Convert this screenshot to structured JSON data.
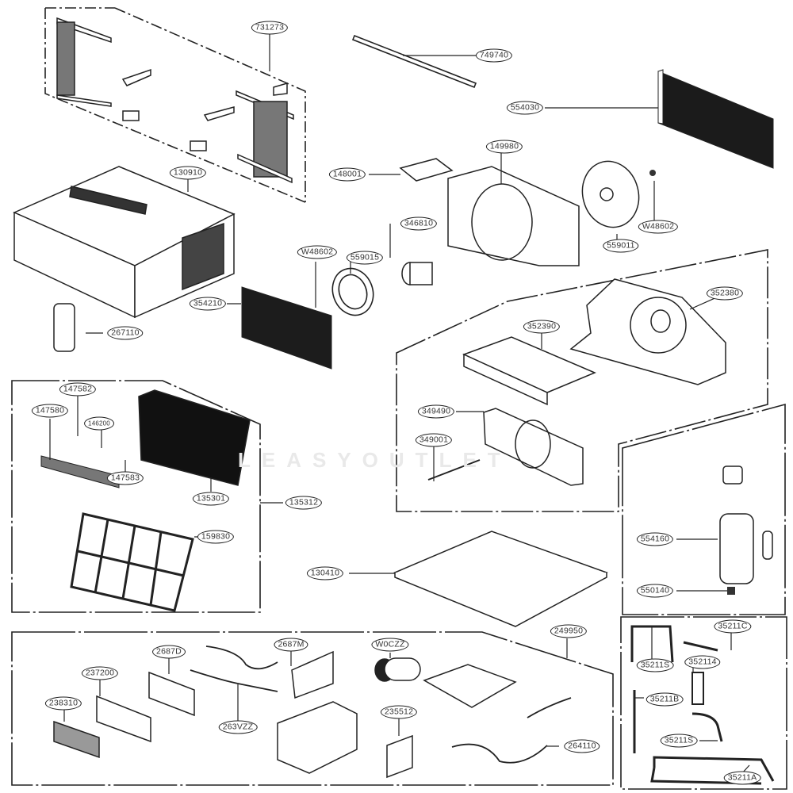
{
  "diagram": {
    "title": "Air Conditioner Exploded Parts Diagram",
    "watermark": "LEASYOUTLET",
    "groups": [
      {
        "id": "window-kit",
        "parts": [
          "731273",
          "749740"
        ]
      },
      {
        "id": "cabinet",
        "parts": [
          "130910",
          "267110"
        ]
      },
      {
        "id": "indoor-fan",
        "parts": [
          "148001",
          "149980",
          "559011",
          "W48602",
          "346810",
          "559015",
          "354210"
        ]
      },
      {
        "id": "air-guide",
        "parts": [
          "352380",
          "352390",
          "349490",
          "349001"
        ]
      },
      {
        "id": "front-grille",
        "parts": [
          "147582",
          "147580",
          "146200",
          "147583",
          "135301",
          "135312",
          "159830"
        ]
      },
      {
        "id": "base-pan",
        "parts": [
          "130410"
        ]
      },
      {
        "id": "compressor",
        "parts": [
          "554160",
          "550140"
        ]
      },
      {
        "id": "control",
        "parts": [
          "238310",
          "237200",
          "2687D",
          "263VZZ",
          "2687M",
          "W0CZZ",
          "235512",
          "249950",
          "264110"
        ]
      },
      {
        "id": "refrigerant-tubing",
        "parts": [
          "35211C",
          "35211S",
          "352114",
          "35211B",
          "35211S",
          "35211A"
        ]
      },
      {
        "id": "condenser",
        "parts": [
          "554030"
        ]
      }
    ],
    "labels": {
      "l731273": "731273",
      "l749740": "749740",
      "l554030": "554030",
      "l149980": "149980",
      "l148001": "148001",
      "l130910": "130910",
      "lW48602a": "W48602",
      "l559011": "559011",
      "l559015": "559015",
      "l346810": "346810",
      "lW48602b": "W48602",
      "l354210": "354210",
      "l267110": "267110",
      "l352380": "352380",
      "l352390": "352390",
      "l349490": "349490",
      "l349001": "349001",
      "l147582": "147582",
      "l147580": "147580",
      "l146200": "146200",
      "l147583": "147583",
      "l135301": "135301",
      "l135312": "135312",
      "l159830": "159830",
      "l130410": "130410",
      "l554160": "554160",
      "l550140": "550140",
      "l2687D": "2687D",
      "l2687M": "2687M",
      "lW0CZZ": "W0CZZ",
      "l249950": "249950",
      "l237200": "237200",
      "l238310": "238310",
      "l263VZZ": "263VZZ",
      "l235512": "235512",
      "l264110": "264110",
      "l35211C": "35211C",
      "l35211Sa": "35211S",
      "l352114": "352114",
      "l35211B": "35211B",
      "l35211Sb": "35211S",
      "l35211A": "35211A"
    }
  }
}
